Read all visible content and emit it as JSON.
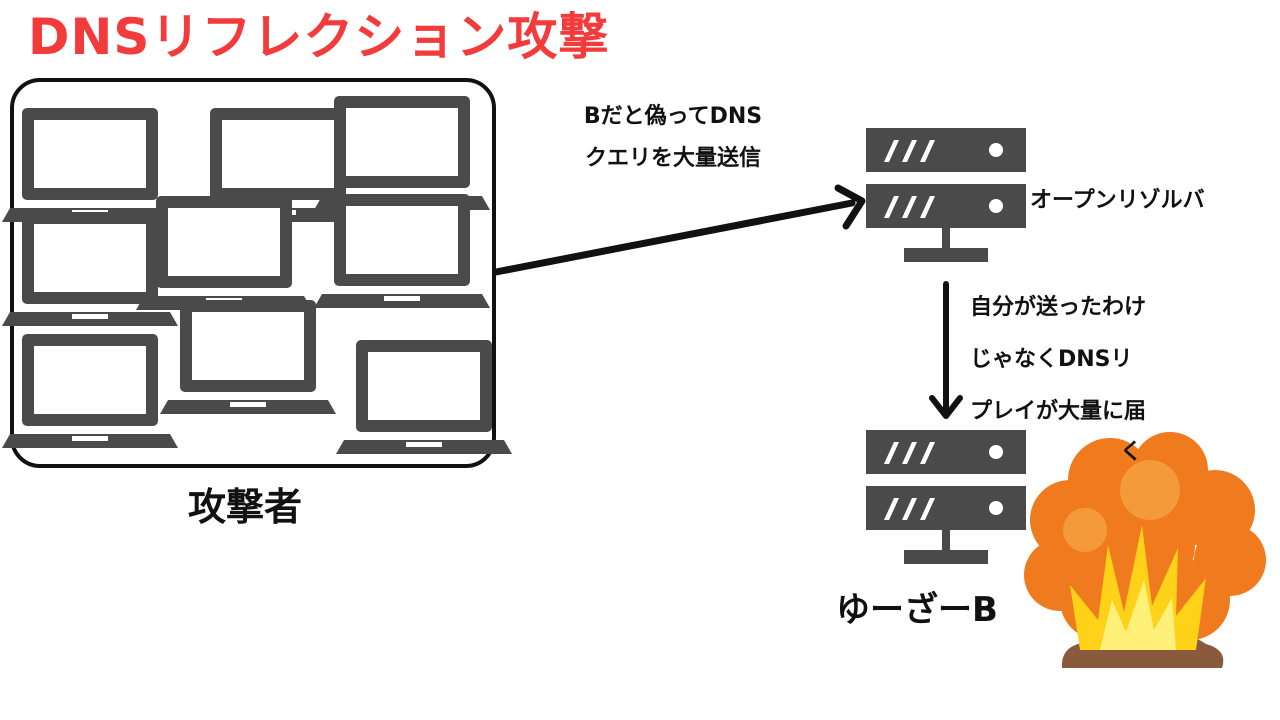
{
  "title": "DNSリフレクション攻撃",
  "attacker": {
    "label": "攻撃者",
    "icon": "laptop-icon",
    "laptop_count": 9
  },
  "query_text": {
    "line1": "Bだと偽ってDNS",
    "line2": "クエリを大量送信"
  },
  "resolver": {
    "label": "オープンリゾルバ",
    "icon": "server-icon"
  },
  "reply_text": {
    "line1": "自分が送ったわけ",
    "line2": "じゃなくDNSリ",
    "line3": "プレイが大量に届",
    "line4": "く"
  },
  "victim": {
    "label": "ゆーざーB",
    "icon": "server-icon"
  },
  "explosion": {
    "icon": "explosion-icon"
  },
  "colors": {
    "title": "#f43b3b",
    "icon": "#4a4a4a",
    "text": "#111111",
    "fire_outer": "#f07a1e",
    "fire_inner": "#ffd21a"
  }
}
